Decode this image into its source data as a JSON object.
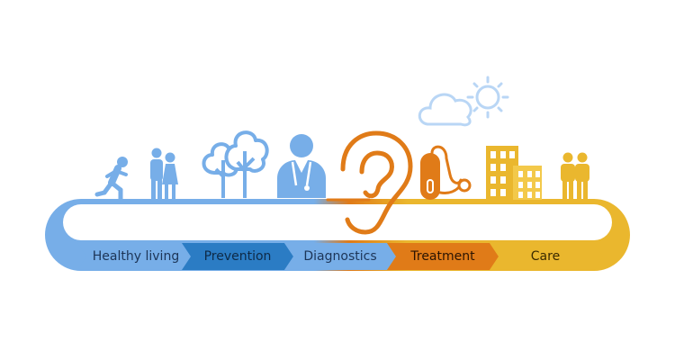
{
  "stages": [
    {
      "label": "Healthy living",
      "color": "#77AEE8",
      "text_color": "#1D3557"
    },
    {
      "label": "Prevention",
      "color": "#2B7CC4",
      "text_color": "#0E2A47"
    },
    {
      "label": "Diagnostics",
      "color": "#77AEE8",
      "text_color": "#1D3557"
    },
    {
      "label": "Treatment",
      "color": "#E07B18",
      "text_color": "#2B1402"
    },
    {
      "label": "Care",
      "color": "#EAB72E",
      "text_color": "#3A2A00"
    }
  ],
  "icons": [
    {
      "name": "runner-icon",
      "stage": "Healthy living"
    },
    {
      "name": "couple-icon",
      "stage": "Healthy living"
    },
    {
      "name": "trees-icon",
      "stage": "Prevention"
    },
    {
      "name": "doctor-icon",
      "stage": "Diagnostics"
    },
    {
      "name": "ear-icon",
      "stage": "Treatment"
    },
    {
      "name": "hearing-aid-icon",
      "stage": "Treatment"
    },
    {
      "name": "cloud-sun-icon",
      "stage": "Treatment"
    },
    {
      "name": "building-icon",
      "stage": "Care"
    },
    {
      "name": "caregivers-icon",
      "stage": "Care"
    }
  ],
  "colors": {
    "light_blue": "#77AEE8",
    "dark_blue": "#2B7CC4",
    "orange": "#E07B18",
    "yellow": "#EAB72E",
    "light_yellow": "#F3C94A",
    "cloud_blue": "#B9D6F5"
  }
}
